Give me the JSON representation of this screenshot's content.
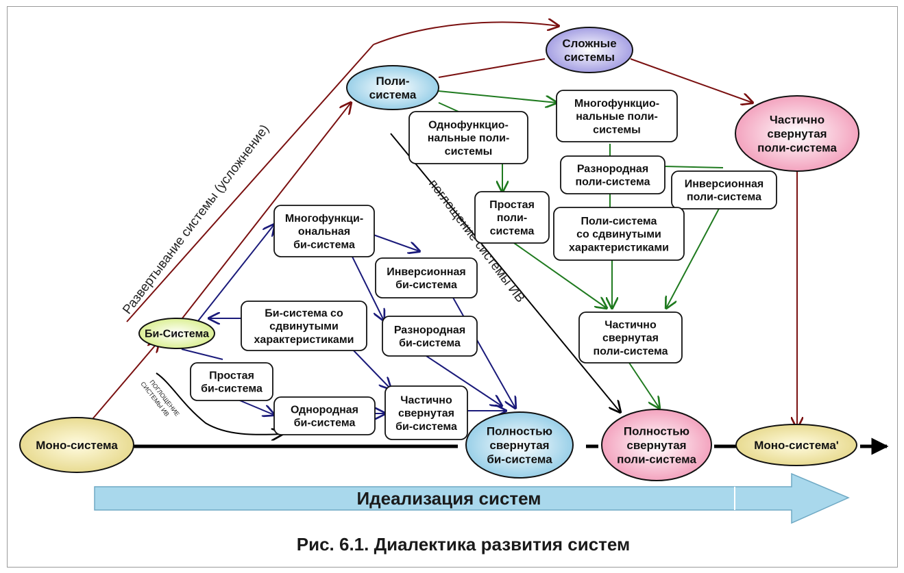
{
  "caption": "Рис. 6.1. Диалектика развития систем",
  "banner": "Идеализация  систем",
  "nodes": {
    "mono": [
      "Моно-система"
    ],
    "bi": [
      "Би-Система"
    ],
    "poli": [
      "Поли-",
      "система"
    ],
    "complex": [
      "Сложные",
      "системы"
    ],
    "part_poli_top": [
      "Частично",
      "свернутая",
      "поли-система"
    ],
    "full_bi": [
      "Полностью",
      "свернутая",
      "би-система"
    ],
    "full_poli": [
      "Полностью",
      "свернутая",
      "поли-система"
    ],
    "mono_prime": [
      "Моно-система'"
    ],
    "multi_bi": [
      "Многофункци-",
      "ональная",
      "би-система"
    ],
    "inv_bi": [
      "Инверсионная",
      "би-система"
    ],
    "shift_bi": [
      "Би-система со",
      "сдвинутыми",
      "характеристиками"
    ],
    "hetero_bi": [
      "Разнородная",
      "би-система"
    ],
    "simple_bi": [
      "Простая",
      "би-система"
    ],
    "homo_bi": [
      "Однородная",
      "би-система"
    ],
    "part_bi": [
      "Частично",
      "свернутая",
      "би-система"
    ],
    "single_poli": [
      "Однофункцио-",
      "нальные поли-",
      "системы"
    ],
    "multi_poli": [
      "Многофункцио-",
      "нальные поли-",
      "системы"
    ],
    "simple_poli": [
      "Простая",
      "поли-",
      "система"
    ],
    "hetero_poli": [
      "Разнородная",
      "поли-система"
    ],
    "inv_poli": [
      "Инверсионная",
      "поли-система"
    ],
    "shift_poli": [
      "Поли-система",
      "со сдвинутыми",
      "характеристиками"
    ],
    "part_poli_mid": [
      "Частично",
      "свернутая",
      "поли-система"
    ]
  },
  "labels": {
    "unfolding": "Развертывание системы (усложнение)",
    "absorption_big": "поглощение системы ИВ",
    "absorption_small": [
      "ПОГЛОЩЕНИЕ",
      "СИСТЕМЫ ИВ"
    ]
  },
  "colors": {
    "dark_red": "#7a1010",
    "navy": "#1a1a7a",
    "green": "#1f7a1f",
    "black": "#000000",
    "ellipse_yellow": "#f1e6a3",
    "ellipse_lightgreen": "#ecf5b0",
    "ellipse_blue": "#b8dff0",
    "ellipse_lavender": "#b6b2e8",
    "ellipse_pink": "#f6bdd0",
    "banner_fill": "#a9d8ec"
  }
}
